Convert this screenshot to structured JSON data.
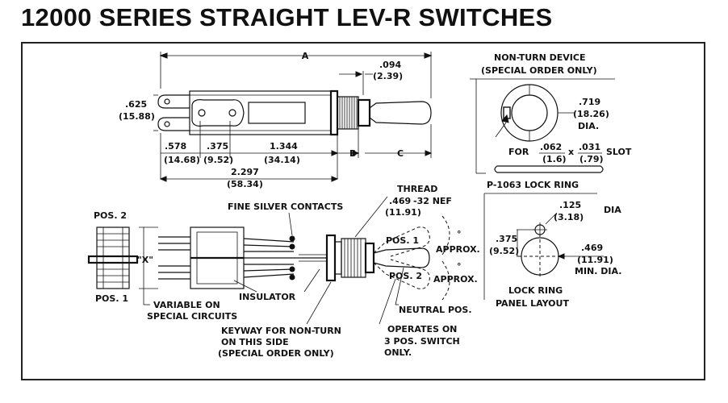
{
  "title": "12000 SERIES STRAIGHT LEV-R SWITCHES",
  "top_view": {
    "dim_a": "A",
    "dim_094": ".094",
    "dim_094_mm": "(2.39)",
    "dim_625": ".625",
    "dim_625_mm": "(15.88)",
    "dim_578": ".578",
    "dim_578_mm": "(14.68)",
    "dim_375": ".375",
    "dim_375_mm": "(9.52)",
    "dim_1344": "1.344",
    "dim_1344_mm": "(34.14)",
    "dim_b": "B",
    "dim_c": "C",
    "dim_2297": "2.297",
    "dim_2297_mm": "(58.34)"
  },
  "non_turn": {
    "title_1": "NON-TURN DEVICE",
    "title_2": "(SPECIAL ORDER ONLY)",
    "dim_719": ".719",
    "dim_719_mm": "(18.26)",
    "dia": "DIA.",
    "for": "FOR",
    "slot_062": ".062",
    "slot_062_mm": "(1.6)",
    "x": "x",
    "slot_031": ".031",
    "slot_031_mm": "(.79)",
    "slot": "SLOT",
    "lock_ring": "P-1063 LOCK RING"
  },
  "panel": {
    "dim_125": ".125",
    "dim_125_mm": "(3.18)",
    "dia": "DIA",
    "dim_375": ".375",
    "dim_375_mm": "(9.52)",
    "dim_469": ".469",
    "dim_469_mm": "(11.91)",
    "min_dia": "MIN. DIA.",
    "caption_1": "LOCK RING",
    "caption_2": "PANEL LAYOUT"
  },
  "side_view": {
    "pos2": "POS. 2",
    "pos1": "POS. 1",
    "x_label": "\"X\"",
    "fine_silver": "FINE SILVER CONTACTS",
    "thread": "THREAD",
    "thread_469": ".469",
    "thread_spec": "-32 NEF",
    "thread_mm": "(11.91)",
    "lever_pos1": "POS. 1",
    "lever_pos2": "POS. 2",
    "angle_top": "°",
    "angle_bottom": "°",
    "approx_1": "APPROX.",
    "approx_2": "APPROX.",
    "insulator": "INSULATOR",
    "variable_1": "VARIABLE ON",
    "variable_2": "SPECIAL CIRCUITS",
    "neutral": "NEUTRAL POS.",
    "keyway_1": "KEYWAY FOR NON-TURN",
    "keyway_2": "ON THIS SIDE",
    "keyway_3": "(SPECIAL ORDER ONLY)",
    "operates_1": "OPERATES ON",
    "operates_2": "3 POS. SWITCH",
    "operates_3": "ONLY."
  }
}
